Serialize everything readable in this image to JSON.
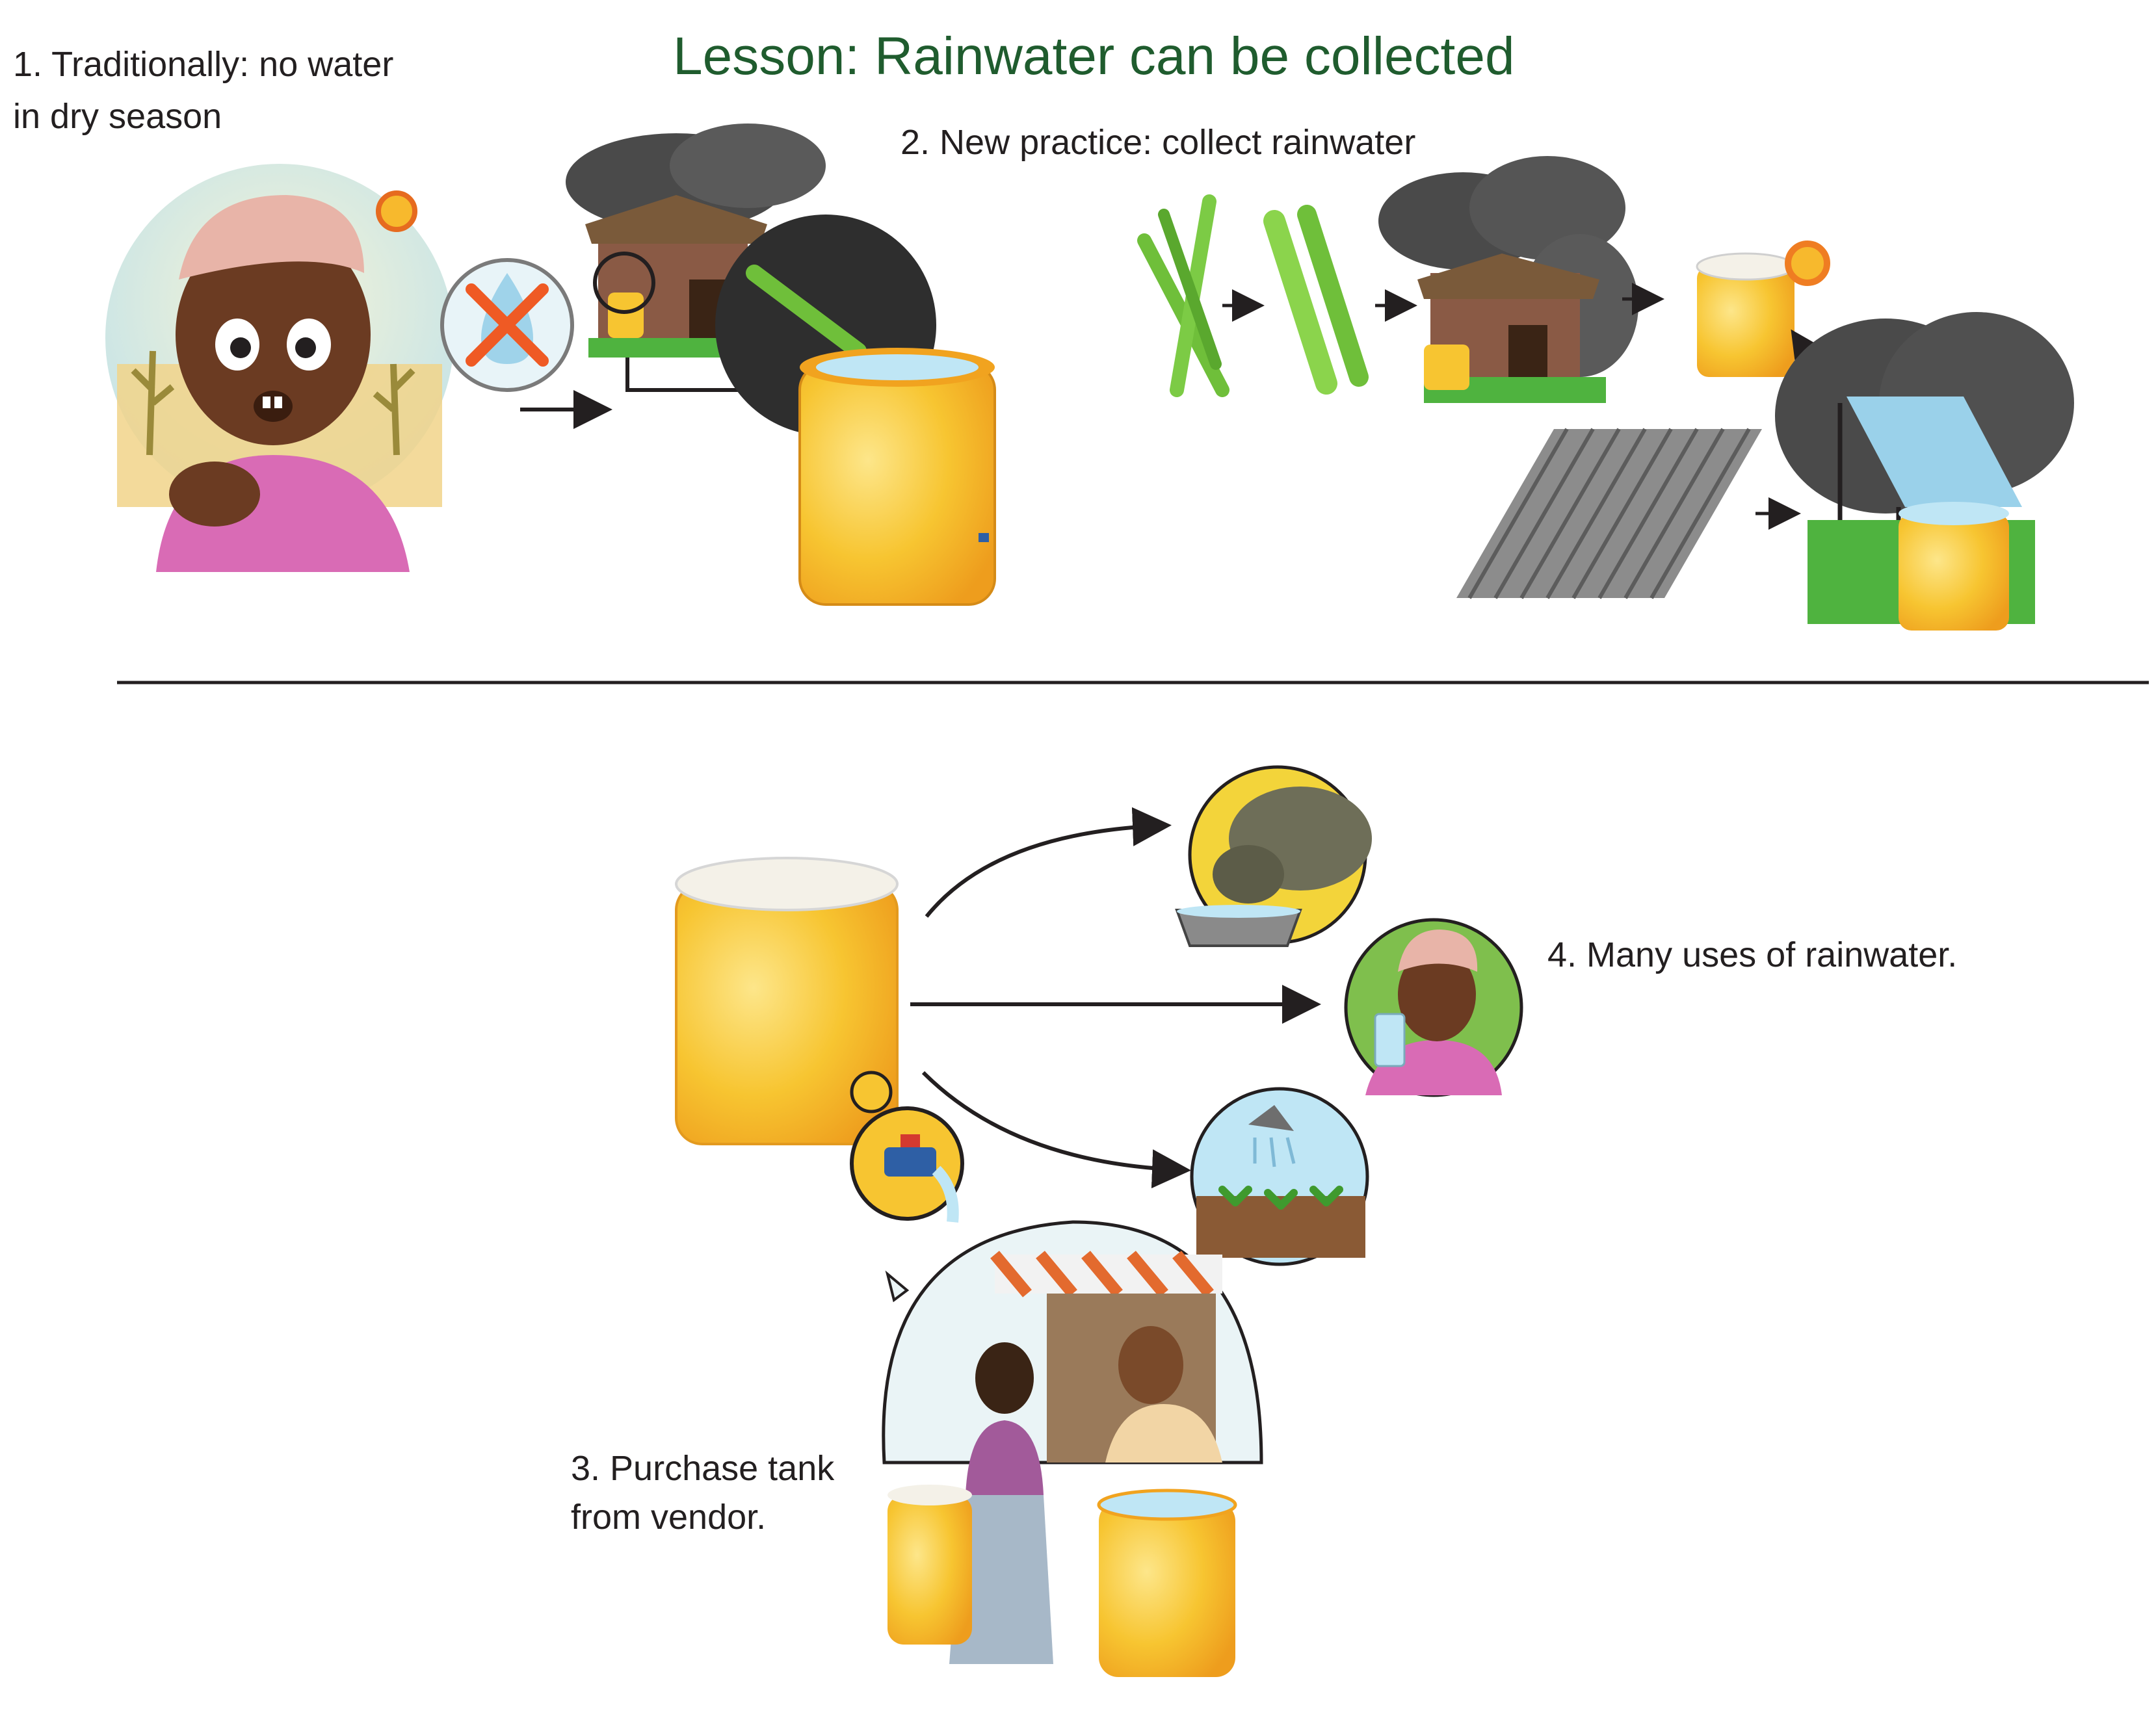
{
  "title": "Lesson: Rainwater can be collected",
  "captions": {
    "step1_line1": "1. Traditionally: no water",
    "step1_line2": "in dry season",
    "step2": "2. New practice: collect rainwater",
    "step3_line1": "3. Purchase tank",
    "step3_line2": "from vendor.",
    "step4": "4. Many uses of rainwater."
  },
  "colors": {
    "title": "#1f5c2e",
    "tank_yellow": "#f7c531",
    "tank_orange": "#f1a31f",
    "storm_cloud": "#4a4a4a",
    "bamboo_green": "#6fbf3a",
    "grass_green": "#4fb33f",
    "skin": "#6b3b22",
    "shirt_pink": "#d96bb5",
    "arrow": "#231f20",
    "divider": "#231f20"
  },
  "icons": [
    "thirsty-child-icon",
    "no-water-drop-icon",
    "house-with-gutter-icon",
    "rain-barrel-icon",
    "bamboo-stalks-icon",
    "split-bamboo-gutter-icon",
    "corrugated-sheet-icon",
    "covered-tank-icon",
    "tap-icon",
    "livestock-drinking-icon",
    "child-drinking-icon",
    "watering-plants-icon",
    "tank-vendor-shop-icon"
  ]
}
